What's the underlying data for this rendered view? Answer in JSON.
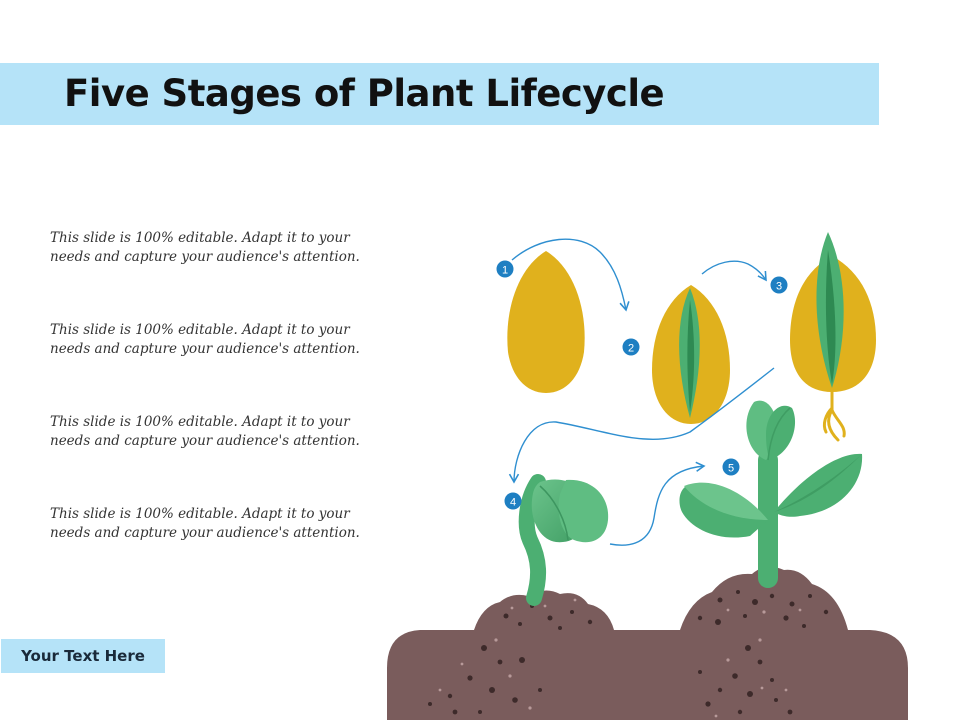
{
  "slide": {
    "title": "Five Stages of Plant Lifecycle",
    "descriptions": [
      "This slide is 100% editable. Adapt it to your needs and capture your audience's attention.",
      "This slide is 100% editable. Adapt it to your needs and capture your audience's attention.",
      "This slide is 100% editable. Adapt it to your needs and capture your audience's attention.",
      "This slide is 100% editable. Adapt it to your needs and capture your audience's attention."
    ],
    "footer_label": "Your Text Here"
  },
  "stages": [
    {
      "label": "1",
      "icon": "seed-icon"
    },
    {
      "label": "2",
      "icon": "sprouting-seed-icon"
    },
    {
      "label": "3",
      "icon": "germinating-seed-icon"
    },
    {
      "label": "4",
      "icon": "seedling-icon"
    },
    {
      "label": "5",
      "icon": "young-plant-icon"
    }
  ],
  "colors": {
    "title_band": "#b5e3f8",
    "badge": "#1e7fc2",
    "arrow": "#2f8fd0",
    "seed": "#e0b11d",
    "leaf": "#4caf72",
    "soil": "#7a5c5c"
  }
}
